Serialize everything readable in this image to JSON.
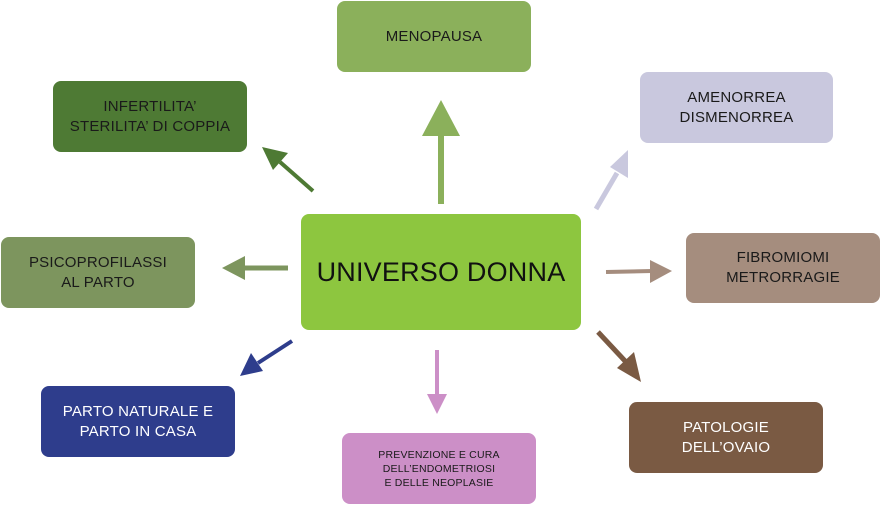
{
  "diagram": {
    "center": {
      "lines": [
        "UNIVERSO DONNA"
      ],
      "color": "#8dc63f"
    },
    "nodes": {
      "menopausa": {
        "lines": [
          "MENOPAUSA"
        ],
        "color": "#8bb05b"
      },
      "amenorrea": {
        "lines": [
          "AMENORREA",
          "DISMENORREA"
        ],
        "color": "#c9c8de"
      },
      "fibromiomi": {
        "lines": [
          "FIBROMIOMI",
          "METRORRAGIE"
        ],
        "color": "#a58d7e"
      },
      "ovaio": {
        "lines": [
          "PATOLOGIE",
          "DELL’OVAIO"
        ],
        "color": "#7a5a43"
      },
      "endometriosi": {
        "lines": [
          "PREVENZIONE E CURA",
          "DELL’ENDOMETRIOSI",
          "E DELLE NEOPLASIE"
        ],
        "color": "#cc8fc7"
      },
      "parto_naturale": {
        "lines": [
          "PARTO NATURALE E",
          "PARTO IN CASA"
        ],
        "color": "#2e3d8c"
      },
      "psicoprofilassi": {
        "lines": [
          "PSICOPROFILASSI",
          "AL PARTO"
        ],
        "color": "#7d955e"
      },
      "infertilita": {
        "lines": [
          "INFERTILITA’",
          "STERILITA’ DI COPPIA"
        ],
        "color": "#4e7a34"
      }
    }
  }
}
